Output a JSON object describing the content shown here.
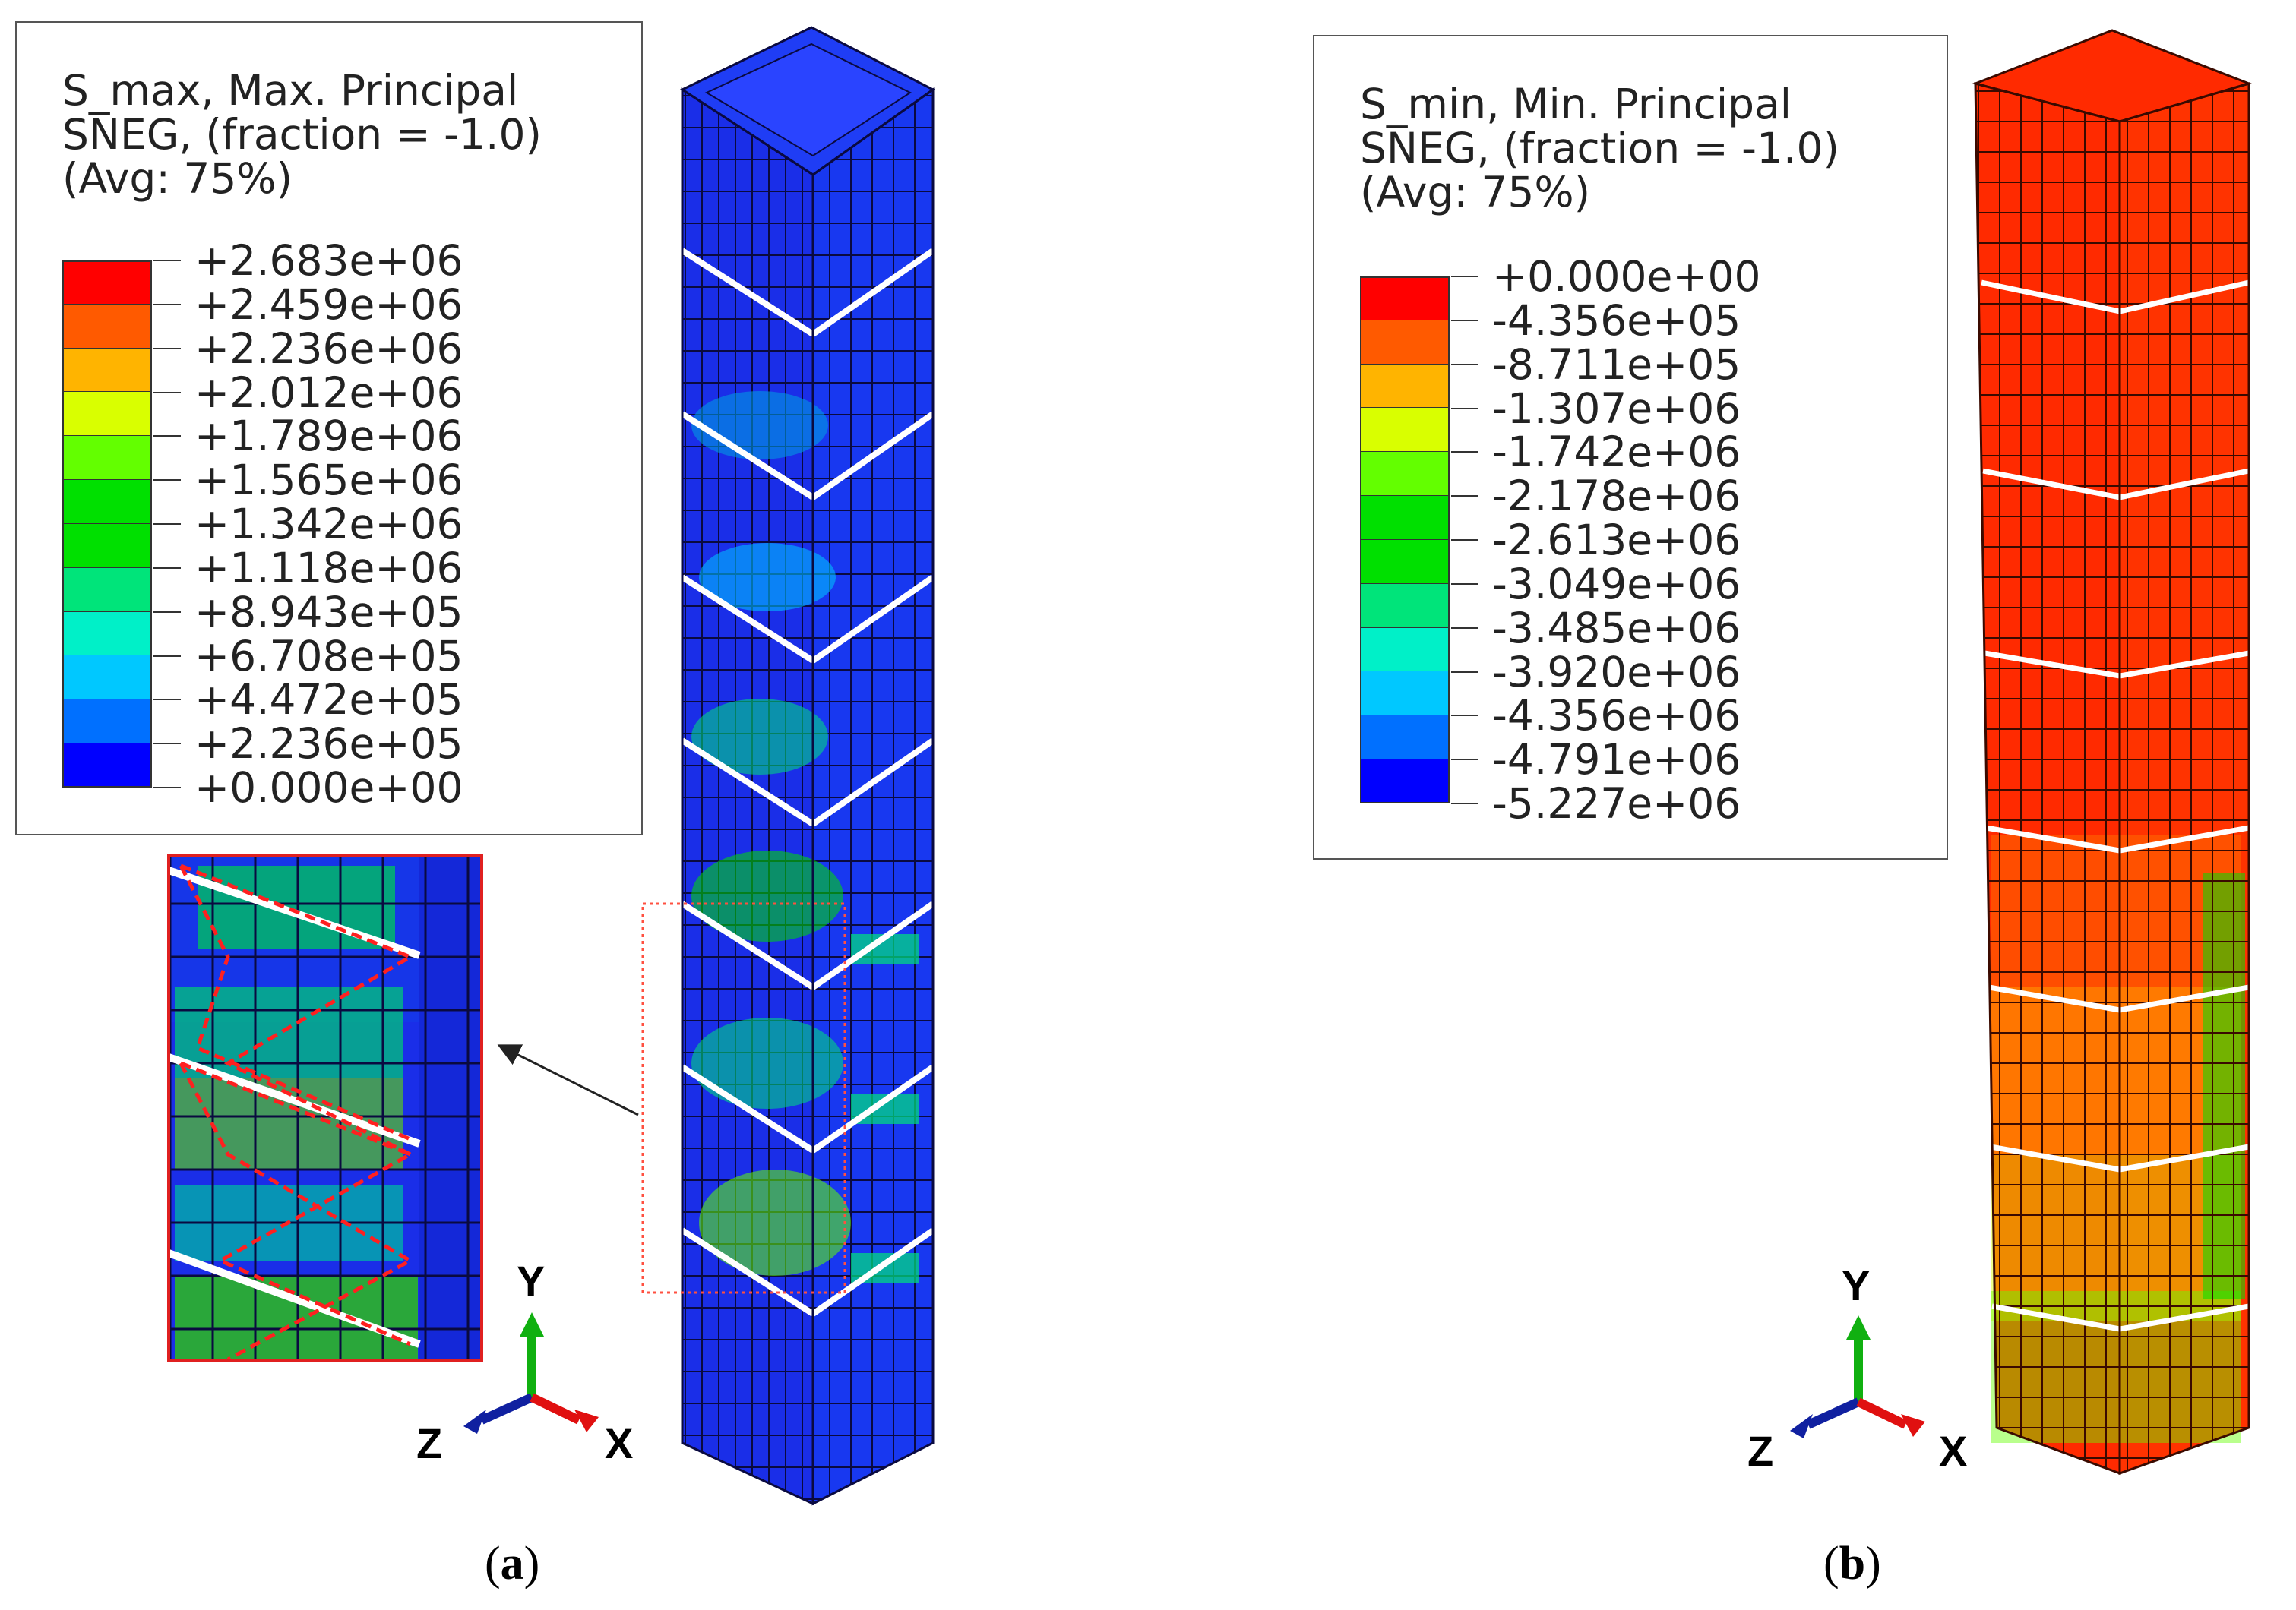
{
  "colors": {
    "scale": [
      "#ff0000",
      "#ff5a00",
      "#ffb400",
      "#d9ff00",
      "#63ff00",
      "#00e000",
      "#00e47a",
      "#00f0c8",
      "#00c8ff",
      "#0070ff",
      "#0000ff"
    ],
    "blue_body": "#1a1aff",
    "red_body": "#ff1e00",
    "frame_red": "#ff2020"
  },
  "panel_a": {
    "legend_title": [
      "S_max, Max. Principal",
      "SNEG, (fraction = -1.0)",
      "(Avg: 75%)"
    ],
    "legend_values": [
      "+2.683e+06",
      "+2.459e+06",
      "+2.236e+06",
      "+2.012e+06",
      "+1.789e+06",
      "+1.565e+06",
      "+1.342e+06",
      "+1.118e+06",
      "+8.943e+05",
      "+6.708e+05",
      "+4.472e+05",
      "+2.236e+05",
      "+0.000e+00"
    ],
    "caption_letter": "a",
    "axis": {
      "y": "Y",
      "z": "Z",
      "x": "X"
    }
  },
  "panel_b": {
    "legend_title": [
      "S_min, Min. Principal",
      "SNEG, (fraction = -1.0)",
      "(Avg: 75%)"
    ],
    "legend_values": [
      "+0.000e+00",
      "-4.356e+05",
      "-8.711e+05",
      "-1.307e+06",
      "-1.742e+06",
      "-2.178e+06",
      "-2.613e+06",
      "-3.049e+06",
      "-3.485e+06",
      "-3.920e+06",
      "-4.356e+06",
      "-4.791e+06",
      "-5.227e+06"
    ],
    "caption_letter": "b",
    "axis": {
      "y": "Y",
      "z": "Z",
      "x": "X"
    }
  }
}
